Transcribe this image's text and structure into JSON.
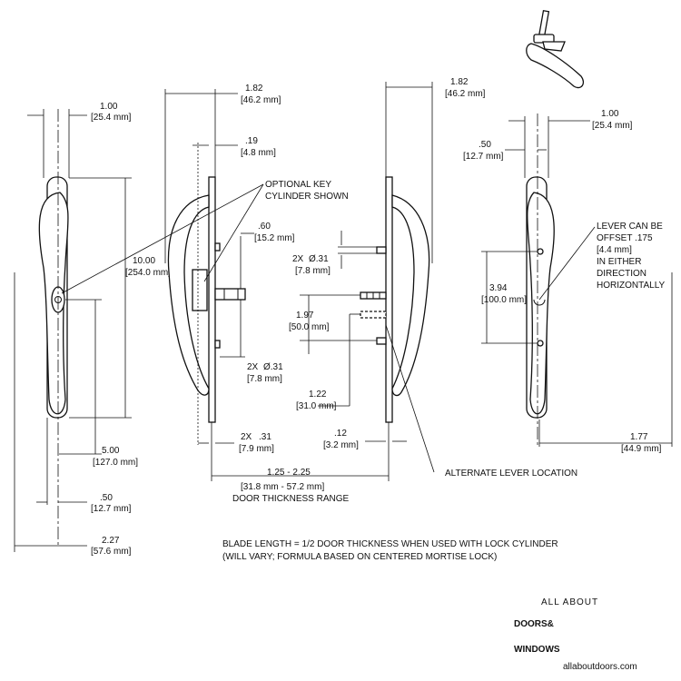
{
  "dims": {
    "d1_in": "1.00",
    "d1_mm": "[25.4 mm]",
    "d2_in": "1.82",
    "d2_mm": "[46.2 mm]",
    "d3_in": "1.82",
    "d3_mm": "[46.2 mm]",
    "d4_in": "1.00",
    "d4_mm": "[25.4 mm]",
    "d5_in": ".19",
    "d5_mm": "[4.8 mm]",
    "d6_in": ".50",
    "d6_mm": "[12.7 mm]",
    "d7_in": ".60",
    "d7_mm": "[15.2 mm]",
    "d8_pre": "2X",
    "d8_in": "Ø.31",
    "d8_mm": "[7.8 mm]",
    "d9_in": "10.00",
    "d9_mm": "[254.0 mm]",
    "d10_in": "3.94",
    "d10_mm": "[100.0 mm]",
    "d11_in": "1.97",
    "d11_mm": "[50.0 mm]",
    "d12_pre": "2X",
    "d12_in": "Ø.31",
    "d12_mm": "[7.8 mm]",
    "d13_in": "1.22",
    "d13_mm": "[31.0 mm]",
    "d14_in": "5.00",
    "d14_mm": "[127.0 mm]",
    "d15_pre": "2X",
    "d15_in": ".31",
    "d15_mm": "[7.9 mm]",
    "d16_in": ".12",
    "d16_mm": "[3.2 mm]",
    "d17_in": "1.77",
    "d17_mm": "[44.9 mm]",
    "d18_in": "1.25 - 2.25",
    "d18_mm": "[31.8 mm - 57.2 mm]",
    "d18_note": "DOOR THICKNESS RANGE",
    "d19_in": ".50",
    "d19_mm": "[12.7 mm]",
    "d20_in": "2.27",
    "d20_mm": "[57.6 mm]"
  },
  "callouts": {
    "optional_key": [
      "OPTIONAL KEY",
      "CYLINDER SHOWN"
    ],
    "lever_offset": [
      "LEVER CAN BE",
      "OFFSET .175",
      "[4.4 mm]",
      "IN EITHER",
      "DIRECTION",
      "HORIZONTALLY"
    ],
    "alternate": "ALTERNATE LEVER LOCATION"
  },
  "notes": {
    "line1": "BLADE LENGTH = 1/2 DOOR THICKNESS WHEN USED WITH LOCK CYLINDER",
    "line2": "(WILL VARY; FORMULA BASED ON CENTERED MORTISE LOCK)"
  },
  "brand": {
    "line1": "ALL ABOUT",
    "line2": "DOORS&",
    "line3": "WINDOWS",
    "url": "allaboutdoors.com"
  }
}
